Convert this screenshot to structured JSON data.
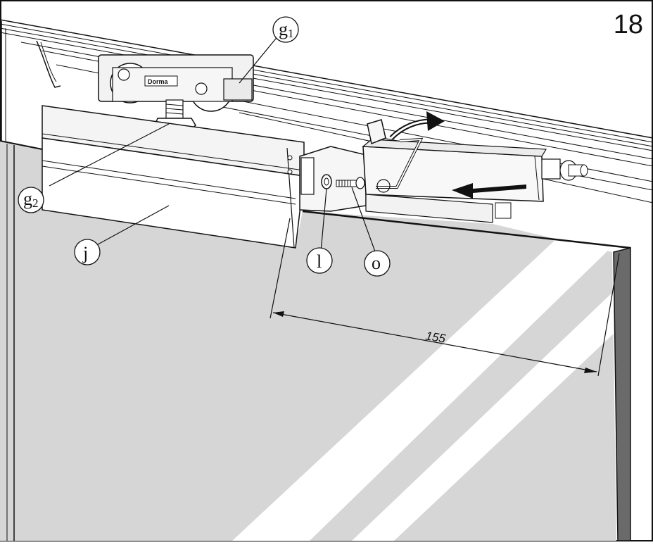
{
  "step_number": "18",
  "brand": "Dorma",
  "callouts": {
    "g1": {
      "letter": "g",
      "sub": "1"
    },
    "g2": {
      "letter": "g",
      "sub": "2"
    },
    "j": {
      "letter": "j"
    },
    "l": {
      "letter": "l"
    },
    "o": {
      "letter": "o"
    }
  },
  "dimension": "155",
  "colors": {
    "door_fill": "#d6d6d6",
    "line": "#111111",
    "highlight": "#ffffff",
    "part_fill": "#f2f2f2"
  },
  "icons": [
    "rotate-arrow-icon",
    "push-arrow-icon",
    "allen-key-icon"
  ]
}
